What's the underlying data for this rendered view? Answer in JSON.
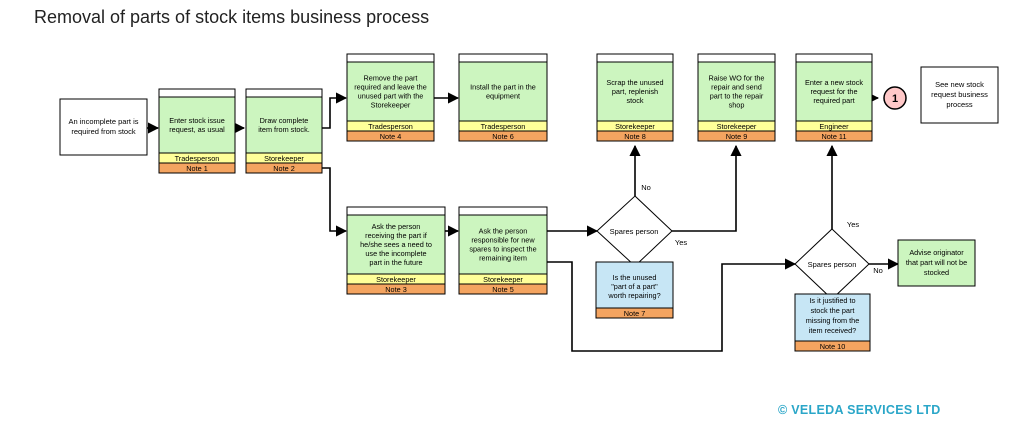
{
  "title": "Removal of parts of stock items business process",
  "copyright": "© VELEDA SERVICES LTD",
  "colors": {
    "task": "#ccf5bf",
    "role": "#ffff99",
    "note": "#f4a460",
    "question": "#c7e6f5",
    "connector": "#ffc8c8"
  },
  "start": [
    "An incomplete part is",
    "required from stock"
  ],
  "end": [
    "See new stock",
    "request business",
    "process"
  ],
  "connector_label": "1",
  "tasks": [
    {
      "id": "t1",
      "lines": [
        "Enter stock issue",
        "request, as usual"
      ],
      "role": "Tradesperson",
      "note": "Note 1"
    },
    {
      "id": "t2",
      "lines": [
        "Draw complete",
        "item from stock."
      ],
      "role": "Storekeeper",
      "note": "Note 2"
    },
    {
      "id": "t3",
      "lines": [
        "Ask the person",
        "receiving the part if",
        "he/she sees a need to",
        "use the incomplete",
        "part in the future"
      ],
      "role": "Storekeeper",
      "note": "Note 3"
    },
    {
      "id": "t4",
      "lines": [
        "Remove the part",
        "required and leave the",
        "unused part with the",
        "Storekeeper"
      ],
      "role": "Tradesperson",
      "note": "Note 4"
    },
    {
      "id": "t5",
      "lines": [
        "Ask the person",
        "responsible for new",
        "spares to inspect the",
        "remaining item"
      ],
      "role": "Storekeeper",
      "note": "Note 5"
    },
    {
      "id": "t6",
      "lines": [
        "Install the part in the",
        "equipment"
      ],
      "role": "Tradesperson",
      "note": "Note 6"
    },
    {
      "id": "t8",
      "lines": [
        "Scrap the unused",
        "part, replenish",
        "stock"
      ],
      "role": "Storekeeper",
      "note": "Note 8"
    },
    {
      "id": "t9",
      "lines": [
        "Raise WO for the",
        "repair and send",
        "part to the repair",
        "shop"
      ],
      "role": "Storekeeper",
      "note": "Note 9"
    },
    {
      "id": "t11",
      "lines": [
        "Enter a new stock",
        "request for the",
        "required part"
      ],
      "role": "Engineer",
      "note": "Note 11"
    }
  ],
  "advise": [
    "Advise originator",
    "that part will not be",
    "stocked"
  ],
  "decisions": [
    {
      "id": "d1",
      "label": "Spares person",
      "question": [
        "Is the unused",
        "\"part of a part\"",
        "worth repairing?"
      ],
      "note": "Note 7",
      "yes": "Yes",
      "no": "No"
    },
    {
      "id": "d2",
      "label": "Spares person",
      "question": [
        "Is it justified to",
        "stock the part",
        "missing from the",
        "item received?"
      ],
      "note": "Note 10",
      "yes": "Yes",
      "no": "No"
    }
  ]
}
